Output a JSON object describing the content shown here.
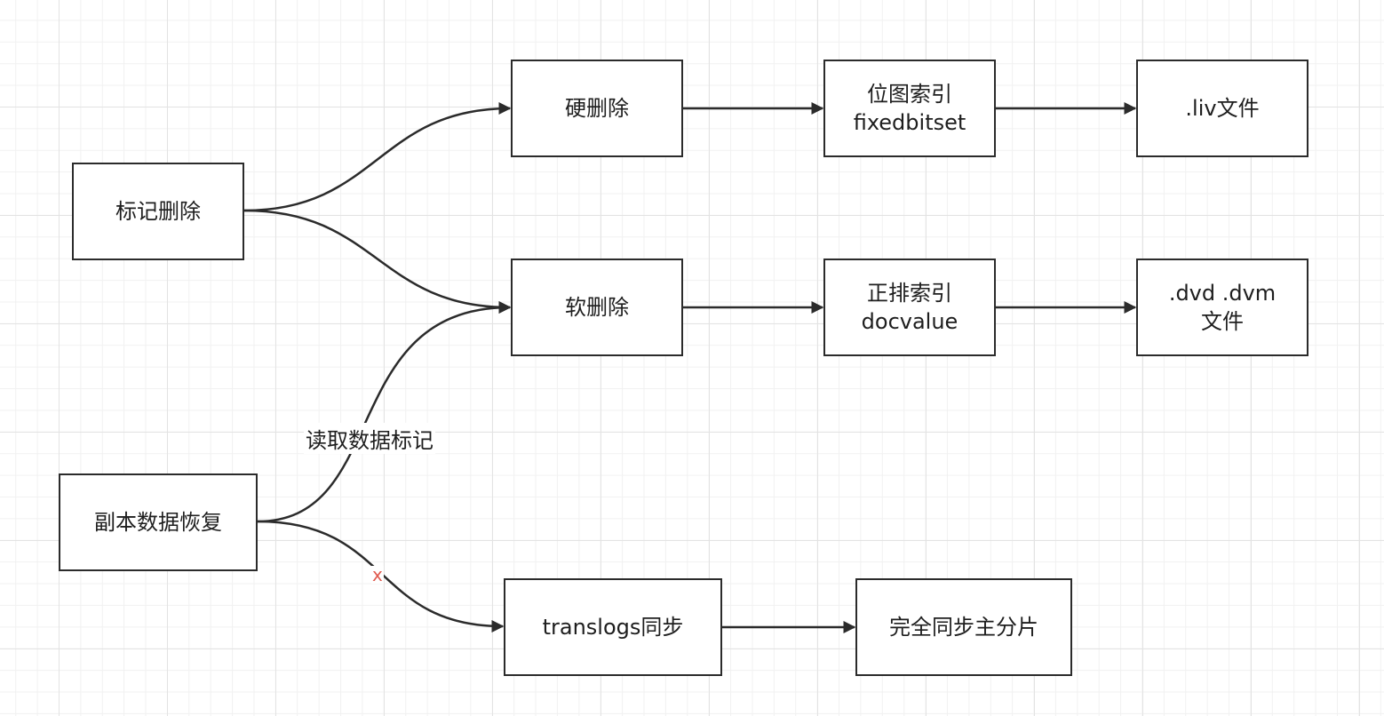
{
  "nodes": {
    "mark_delete": "标记删除",
    "hard_delete": "硬删除",
    "soft_delete": "软删除",
    "bitmap_index": "位图索引\nfixedbitset",
    "liv_file": ".liv文件",
    "forward_index": "正排索引\ndocvalue",
    "dvd_dvm_file": ".dvd .dvm\n文件",
    "replica_recovery": "副本数据恢复",
    "translogs_sync": "translogs同步",
    "full_sync": "完全同步主分片"
  },
  "edge_labels": {
    "read_marks": "读取数据标记",
    "x_mark": "x"
  },
  "colors": {
    "stroke": "#2b2b2b",
    "x_mark": "#e05a4f"
  }
}
